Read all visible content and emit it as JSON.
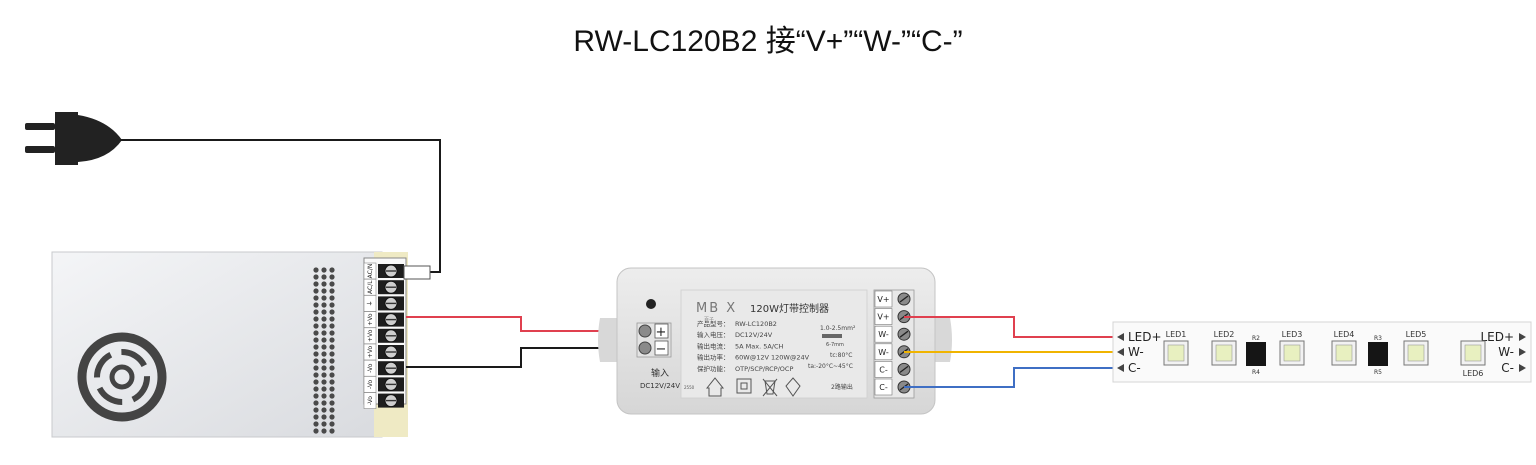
{
  "title": "RW-LC120B2 接“V+”“W-”“C-”",
  "psu": {
    "terminal_labels": [
      "AC/N",
      "AC/L",
      "⏚",
      "+Vo",
      "+Vo",
      "+Vo",
      "-Vo",
      "-Vo",
      "-Vo"
    ]
  },
  "controller": {
    "brand": "MB X",
    "brand_sub": "百子",
    "name": "120W灯带控制器",
    "specs": [
      {
        "label": "产品型号",
        "value": "RW-LC120B2"
      },
      {
        "label": "输入电压",
        "value": "DC12V/24V"
      },
      {
        "label": "输出电流",
        "value": "5A  Max. 5A/CH"
      },
      {
        "label": "输出功率",
        "value": "60W@12V  120W@24V"
      },
      {
        "label": "保护功能",
        "value": "OTP/SCP/RCP/OCP"
      }
    ],
    "wire_gauge": "1.0-2.5mm²",
    "strip_length": "6-7mm",
    "tc": "tc:80°C",
    "ta": "ta:-20°C~45°C",
    "input_plus": "+",
    "input_minus": "−",
    "input_label": "输入",
    "input_voltage": "DC12V/24V",
    "output_label": "2路输出",
    "output_terminals": [
      "V+",
      "V+",
      "W-",
      "W-",
      "C-",
      "C-"
    ],
    "small_code": "2550"
  },
  "strip": {
    "left_labels": [
      "LED+",
      "W-",
      "C-"
    ],
    "right_labels": [
      "LED+",
      "W-",
      "C-"
    ],
    "leds": [
      "LED1",
      "LED2",
      "LED3",
      "LED4",
      "LED5",
      "LED6"
    ],
    "resistors": [
      {
        "top": "R2",
        "bottom": "R4"
      },
      {
        "top": "R3",
        "bottom": "R5"
      }
    ]
  },
  "colors": {
    "wire_black": "#1a1a1a",
    "wire_red": "#e0404f",
    "wire_yellow": "#f0b400",
    "wire_blue": "#3f6fc4"
  }
}
